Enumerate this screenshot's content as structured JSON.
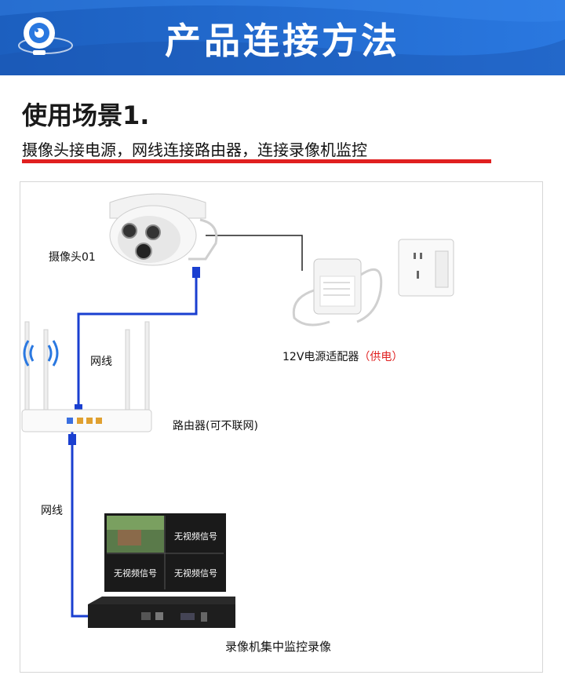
{
  "header": {
    "title": "产品连接方法"
  },
  "scene": {
    "title": "使用场景1.",
    "description": "摄像头接电源，网线连接路由器，连接录像机监控"
  },
  "labels": {
    "camera": "摄像头01",
    "adapter": "12V电源适配器",
    "adapter_note": "（供电）",
    "cable_top": "网线",
    "router": "路由器(可不联网)",
    "cable_bottom": "网线",
    "nvr": "录像机集中监控录像"
  },
  "monitor": {
    "cells": [
      "无视频信号",
      "无视频信号",
      "无视频信号"
    ]
  },
  "colors": {
    "banner": "#2a78e0",
    "accent_red": "#e02020",
    "cable_blue": "#1a3fd0"
  }
}
